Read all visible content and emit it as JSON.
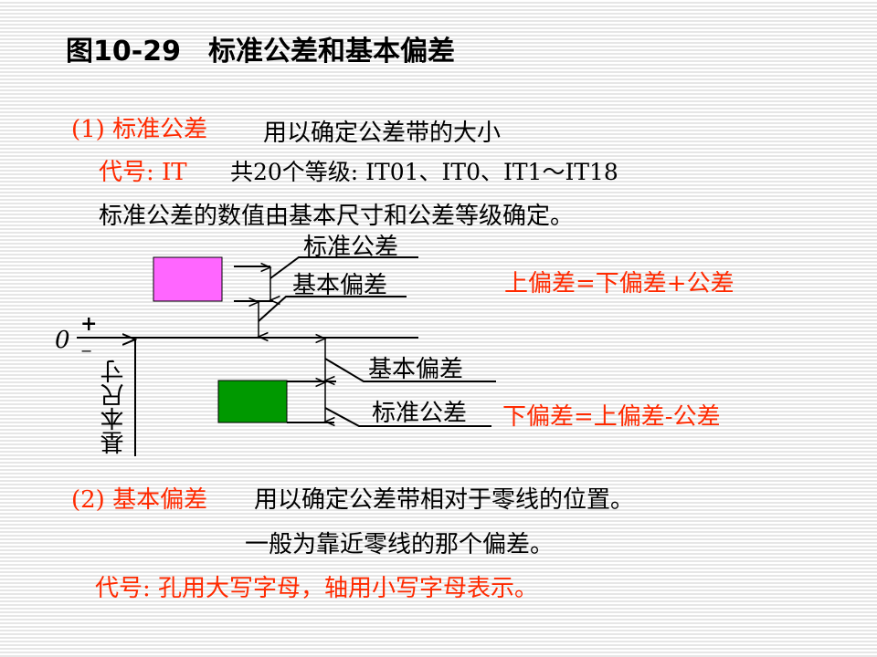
{
  "title": "图10-29　标准公差和基本偏差",
  "section1": {
    "label": "(1) 标准公差",
    "desc": "用以确定公差带的大小",
    "code_label": "代号: IT",
    "grades": "共20个等级: IT01、IT0、IT1～IT18",
    "note": "标准公差的数值由基本尺寸和公差等级确定。"
  },
  "diagram": {
    "upper_tol": "标准公差",
    "upper_dev": "基本偏差",
    "lower_dev": "基本偏差",
    "lower_tol": "标准公差",
    "zero": "0",
    "plus": "+",
    "minus": "−",
    "basic_size": "基本尺寸",
    "formula_upper": "上偏差=下偏差+公差",
    "formula_lower": "下偏差=上偏差-公差",
    "colors": {
      "hole": "#ff66ff",
      "shaft": "#009900"
    }
  },
  "section2": {
    "label": "(2) 基本偏差",
    "desc": "用以确定公差带相对于零线的位置。",
    "desc2": "一般为靠近零线的那个偏差。",
    "code": "代号: 孔用大写字母，轴用小写字母表示。"
  }
}
